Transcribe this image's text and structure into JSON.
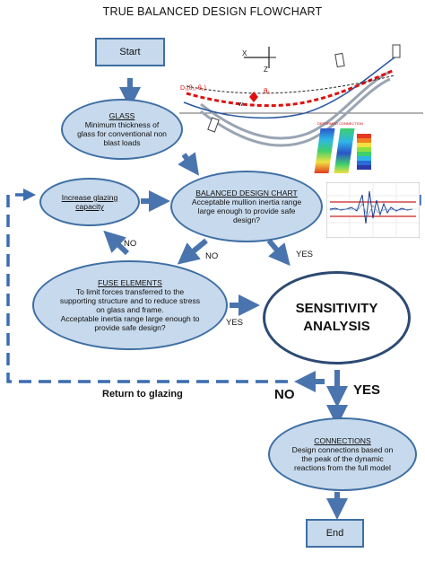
{
  "title": "TRUE BALANCED DESIGN FLOWCHART",
  "start": "Start",
  "glass": {
    "heading": "GLASS",
    "lines": [
      "Minimum thickness of",
      "glass for conventional non",
      "blast loads"
    ]
  },
  "increase": {
    "lines": [
      "Increase glazing",
      "capacity"
    ]
  },
  "balanced": {
    "heading": "BALANCED DESIGN CHART",
    "lines": [
      "Acceptable mullion inertia range",
      "large enough to provide safe",
      "design?"
    ]
  },
  "fuse": {
    "heading": "FUSE ELEMENTS",
    "lines": [
      "To limit forces transferred to the",
      "supporting structure and to reduce stress",
      "on glass and frame.",
      "Acceptable inertia range large enough to",
      "provide safe design?"
    ]
  },
  "sensitivity": {
    "lines": [
      "SENSITIVITY",
      "ANALYSIS"
    ]
  },
  "connections": {
    "heading": "CONNECTIONS",
    "lines": [
      "Design connections based on",
      "the peak of the dynamic",
      "reactions from the full model"
    ]
  },
  "end": "End",
  "labels": {
    "no_increase": "NO",
    "no_balanced": "NO",
    "yes_balanced": "YES",
    "yes_fuse": "YES",
    "no_sens": "NO",
    "yes_sens": "YES",
    "return": "Return to glazing"
  },
  "figure_labels": {
    "x": "X",
    "z": "Z",
    "w": "w",
    "theta": "θ₁",
    "tag": "D₁(θ₁, θ₂)",
    "deformed": "DEFORMED CONNECTION"
  },
  "colors": {
    "box_fill": "#c7d9ec",
    "box_border": "#3f6fa3",
    "arrow": "#4a74ad",
    "dashed": "#3b6db0"
  }
}
